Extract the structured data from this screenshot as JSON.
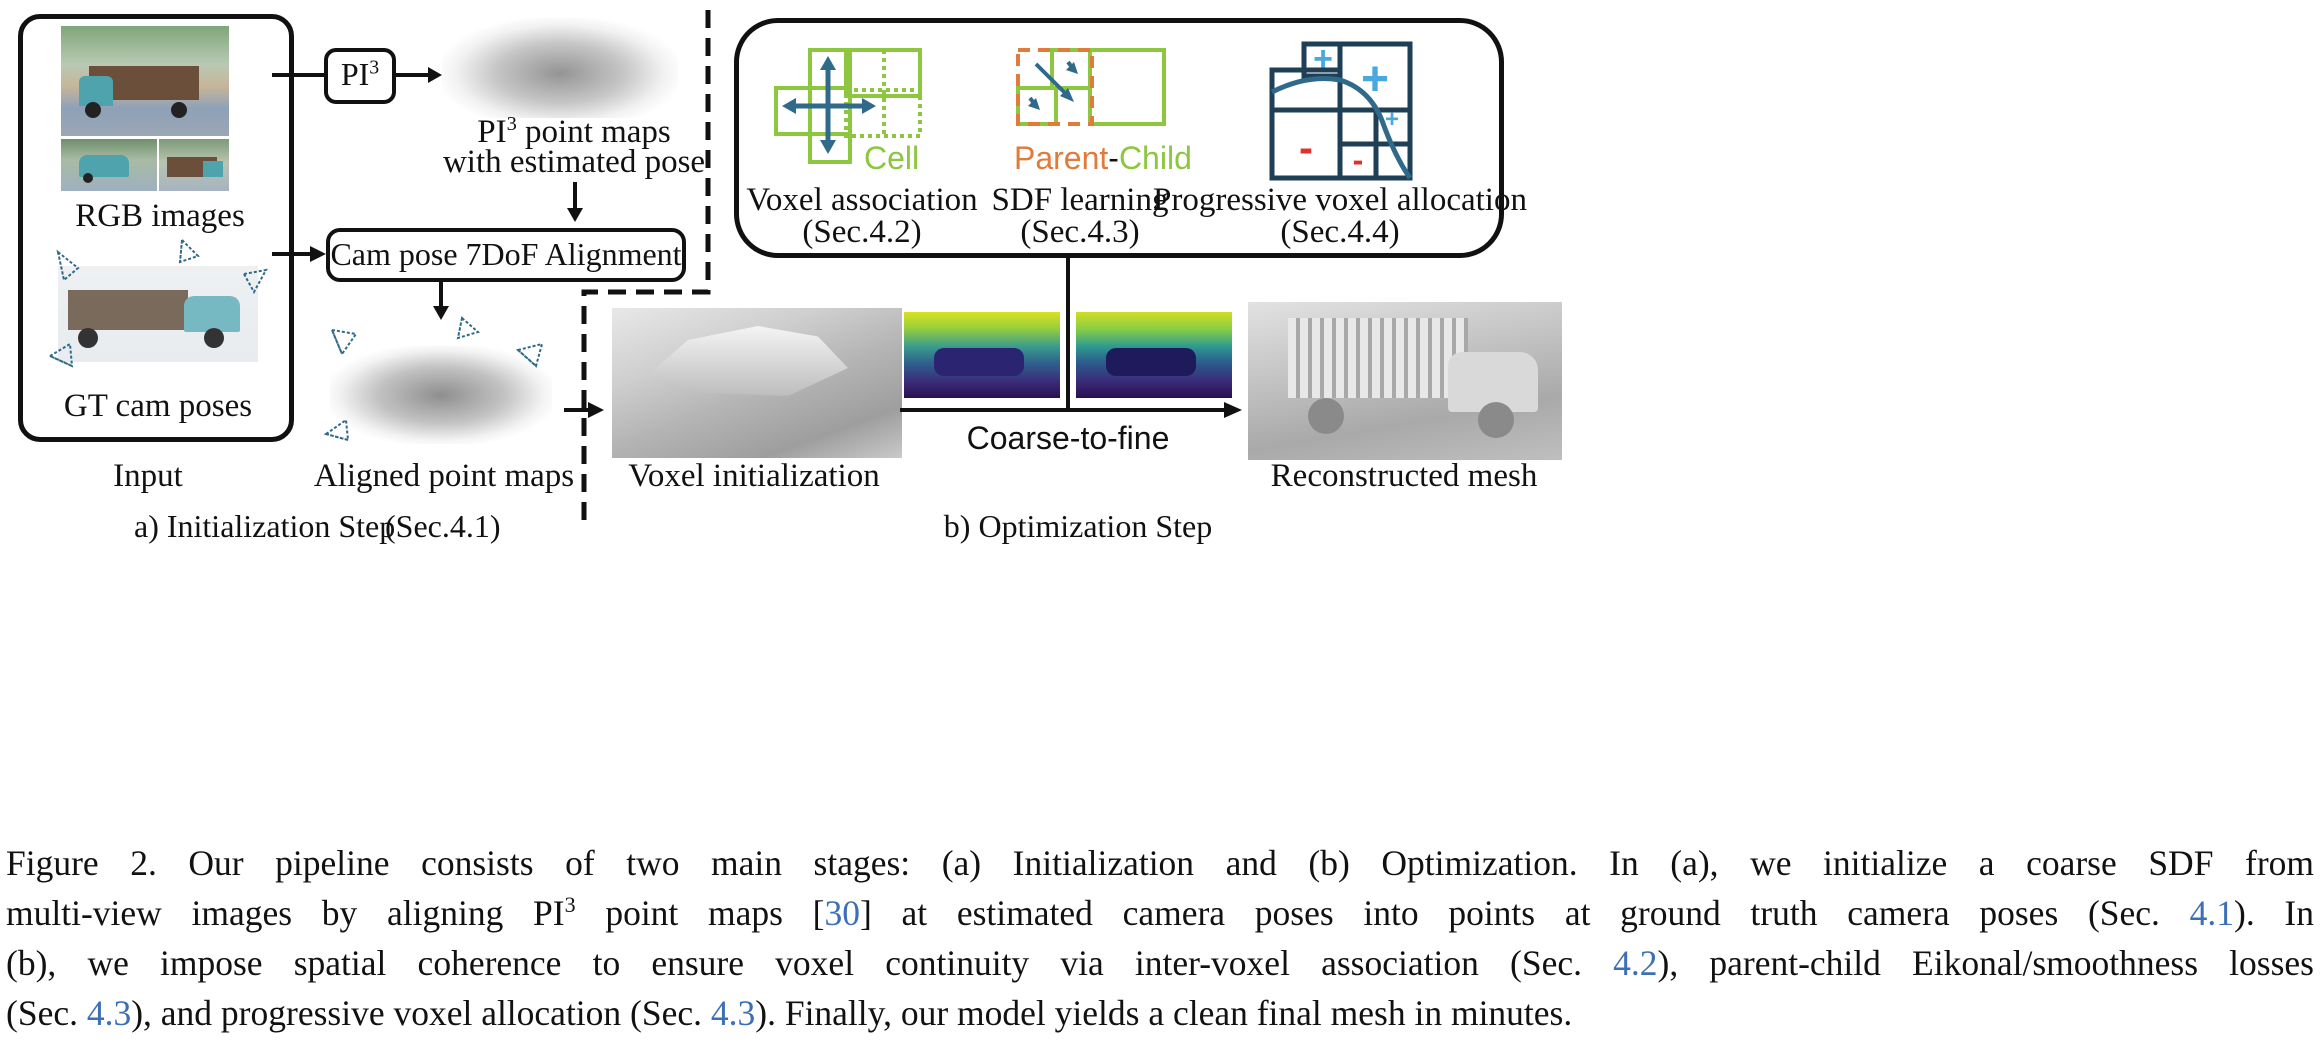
{
  "input": {
    "rgb_label": "RGB images",
    "gt_label": "GT cam poses",
    "title": "Input"
  },
  "init": {
    "pi3_box": "PI",
    "pi3_sup": "3",
    "pointmap_line1_pre": "PI",
    "pointmap_line1_sup": "3",
    "pointmap_line1_post": " point maps",
    "pointmap_line2": "with estimated pose",
    "align_box": "Cam pose 7DoF Alignment",
    "aligned_label": "Aligned point maps",
    "step_label": "a) Initialization Step",
    "step_sec": "(Sec.4.1)"
  },
  "modules": {
    "cell_label": "Cell",
    "parent_label": "Parent",
    "dash": "-",
    "child_label": "Child",
    "plus": "+",
    "minus": "-",
    "voxel_assoc": "Voxel association",
    "voxel_assoc_sec": "(Sec.4.2)",
    "sdf": "SDF learning",
    "sdf_sec": "(Sec.4.3)",
    "prog": "Progressive voxel allocation",
    "prog_sec": "(Sec.4.4)"
  },
  "opt": {
    "voxel_init": "Voxel initialization",
    "coarse_fine": "Coarse-to-fine",
    "mesh": "Reconstructed mesh",
    "step_label": "b) Optimization Step"
  },
  "caption": {
    "l1": "Figure 2.  Our pipeline consists of two main stages: (a) Initialization and (b) Optimization.  In (a), we initialize a coarse SDF from",
    "l2a": "multi-view images by aligning PI",
    "l2sup": "3",
    "l2b": " point maps [",
    "l2ref": "30",
    "l2c": "] at estimated camera poses into points at ground truth camera poses (Sec. ",
    "l2ref2": "4.1",
    "l2d": ").  In",
    "l3a": "(b), we impose spatial coherence to ensure voxel continuity via inter-voxel association (Sec. ",
    "l3ref": "4.2",
    "l3b": "), parent-child Eikonal/smoothness losses",
    "l4a": "(Sec. ",
    "l4ref": "4.3",
    "l4b": "), and progressive voxel allocation (Sec. ",
    "l4ref2": "4.3",
    "l4c": "). Finally, our model yields a clean final mesh in minutes."
  },
  "colors": {
    "green": "#8dc63f",
    "orange": "#e07b39",
    "navy": "#1f3f56",
    "teal_arrow": "#2f6a8a",
    "plus_blue": "#4aa8e0",
    "minus_red": "#e0312a",
    "ref_blue": "#3b6fb6"
  }
}
